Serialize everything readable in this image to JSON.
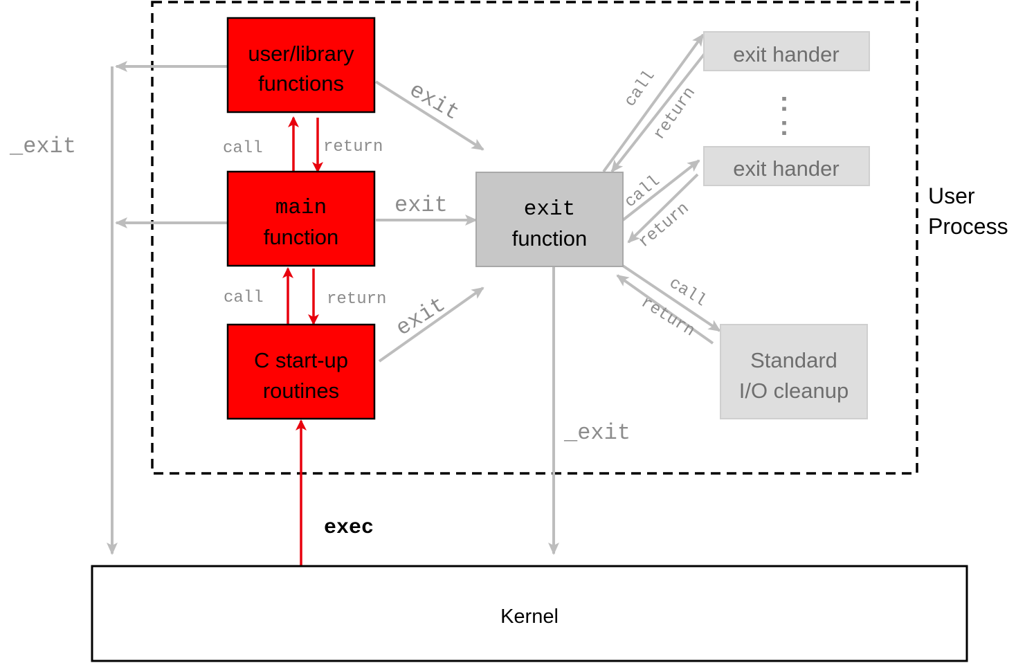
{
  "boxes": {
    "user_library": {
      "line1": "user/library",
      "line2": "functions"
    },
    "main": {
      "line1": "main",
      "line2": "function"
    },
    "startup": {
      "line1": "C start-up",
      "line2": "routines"
    },
    "exit_function": {
      "line1": "exit",
      "line2": "function"
    },
    "exit_handler_1": {
      "line1": "exit hander"
    },
    "exit_handler_2": {
      "line1": "exit hander"
    },
    "stdio_cleanup": {
      "line1": "Standard",
      "line2": "I/O cleanup"
    },
    "kernel": {
      "line1": "Kernel"
    }
  },
  "region": {
    "line1": "User",
    "line2": "Process"
  },
  "labels": {
    "call": "call",
    "return": "return",
    "exit": "exit",
    "_exit": "_exit",
    "exec": "exec",
    "ellipsis": ":"
  },
  "colors": {
    "red_box": "#ff0000",
    "red_arrow": "#e8000d",
    "gray_box": "#c7c7c7",
    "light_box": "#dedede",
    "arrow_gray": "#bdbdbd",
    "label_gray": "#8c8c8c"
  }
}
